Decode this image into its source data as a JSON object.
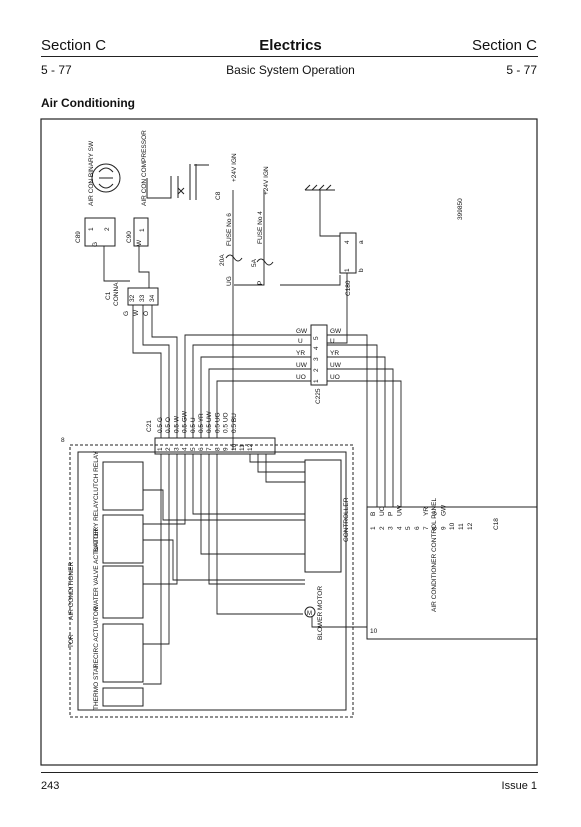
{
  "header": {
    "section_left": "Section C",
    "title": "Electrics",
    "section_right": "Section C",
    "page_left": "5 - 77",
    "subtitle": "Basic System Operation",
    "page_right": "5 - 77"
  },
  "section_title": "Air Conditioning",
  "footer": {
    "page_number": "243",
    "issue": "Issue 1"
  },
  "diagram": {
    "figure_id": "399850",
    "binary_switch": "AIR CON BINARY SW",
    "compressor": "AIR CON COMPRESSOR",
    "c89": {
      "id": "C89",
      "pin1": "1",
      "pin2": "2",
      "wire": "G"
    },
    "c90": {
      "id": "C90",
      "pin": "1",
      "wire": "W"
    },
    "c8": {
      "id": "C8",
      "fuse": "FUSE No 6",
      "rating": "20A",
      "supply": "+24V IGN",
      "wire": "UG"
    },
    "fuse4": {
      "fuse": "FUSE No 4",
      "rating": "5A",
      "supply": "+24V IGN",
      "wire": "P"
    },
    "c1": {
      "id": "C1",
      "name": "CONNA",
      "pins": [
        "32",
        "33",
        "34"
      ],
      "wires": [
        "G",
        "W",
        "O"
      ]
    },
    "c180": {
      "id": "C180",
      "pin_a": "4",
      "pin_b": "1",
      "label_a": "a",
      "label_b": "b"
    },
    "c225": {
      "id": "C225",
      "pins": [
        "5",
        "4",
        "3",
        "2",
        "1"
      ],
      "wires_left": [
        "GW",
        "U",
        "YR",
        "UW",
        "UO"
      ],
      "wires_right": [
        "GW",
        "U",
        "YR",
        "UW",
        "UO"
      ]
    },
    "c21": {
      "id": "C21",
      "pins": [
        "1",
        "2",
        "3",
        "4",
        "5",
        "6",
        "7",
        "8",
        "9",
        "10",
        "11",
        "12"
      ],
      "wires": [
        "0.5 G",
        "0.5 O",
        "0.5 W",
        "0.5 GW",
        "0.5 U",
        "0.5 YR",
        "0.5 UW",
        "0.5 UG",
        "0.5 UO",
        "0.5 BU",
        "",
        ""
      ]
    },
    "unit_marker": "8",
    "unit_label": "AIR CONDITIONER",
    "tor_label": "TOR",
    "components": {
      "clutch_relay": "CLUTCH RELAY",
      "battery_relay": "BATTERY RELAY",
      "water_valve": "WATER VALVE ACTUATOR",
      "recirc": "RECIRC ACTUATOR",
      "thermostat": "THERMO STAT",
      "controller": "CONTROLLER",
      "blower_symbol": "M",
      "blower": "BLOWER MOTOR"
    },
    "c18": {
      "id": "C18",
      "marker": "10",
      "name": "AIR CONDITIONER CONTROL PANEL",
      "pins": [
        "1",
        "2",
        "3",
        "4",
        "5",
        "6",
        "7",
        "8",
        "9",
        "10",
        "11",
        "12"
      ],
      "wires": [
        "B",
        "UO",
        "P",
        "UW",
        "",
        "",
        "YR",
        "U",
        "GW",
        "",
        "",
        ""
      ]
    }
  }
}
